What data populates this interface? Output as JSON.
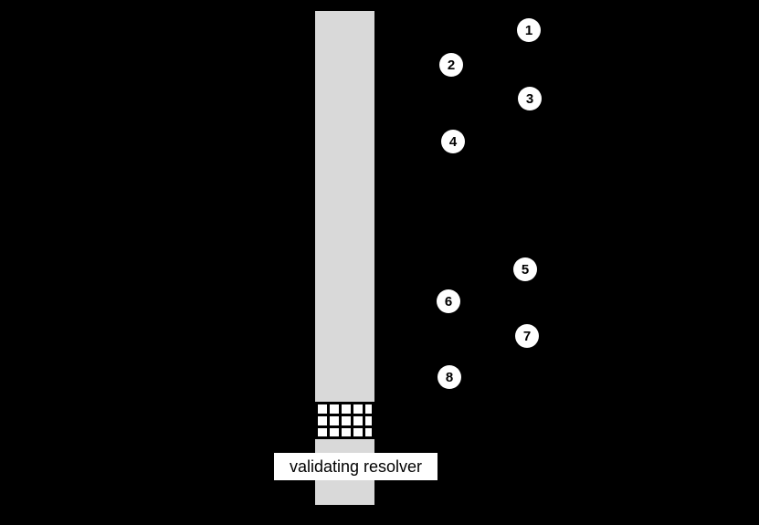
{
  "diagram": {
    "background_color": "#000000",
    "lifeline": {
      "label": "validating resolver",
      "bar_color": "#d9d9d9",
      "label_box_color": "#ffffff",
      "label_text_color": "#000000"
    },
    "step_badge": {
      "fill_color": "#ffffff",
      "text_color": "#000000"
    },
    "steps": [
      {
        "label": "1"
      },
      {
        "label": "2"
      },
      {
        "label": "3"
      },
      {
        "label": "4"
      },
      {
        "label": "5"
      },
      {
        "label": "6"
      },
      {
        "label": "7"
      },
      {
        "label": "8"
      }
    ]
  }
}
